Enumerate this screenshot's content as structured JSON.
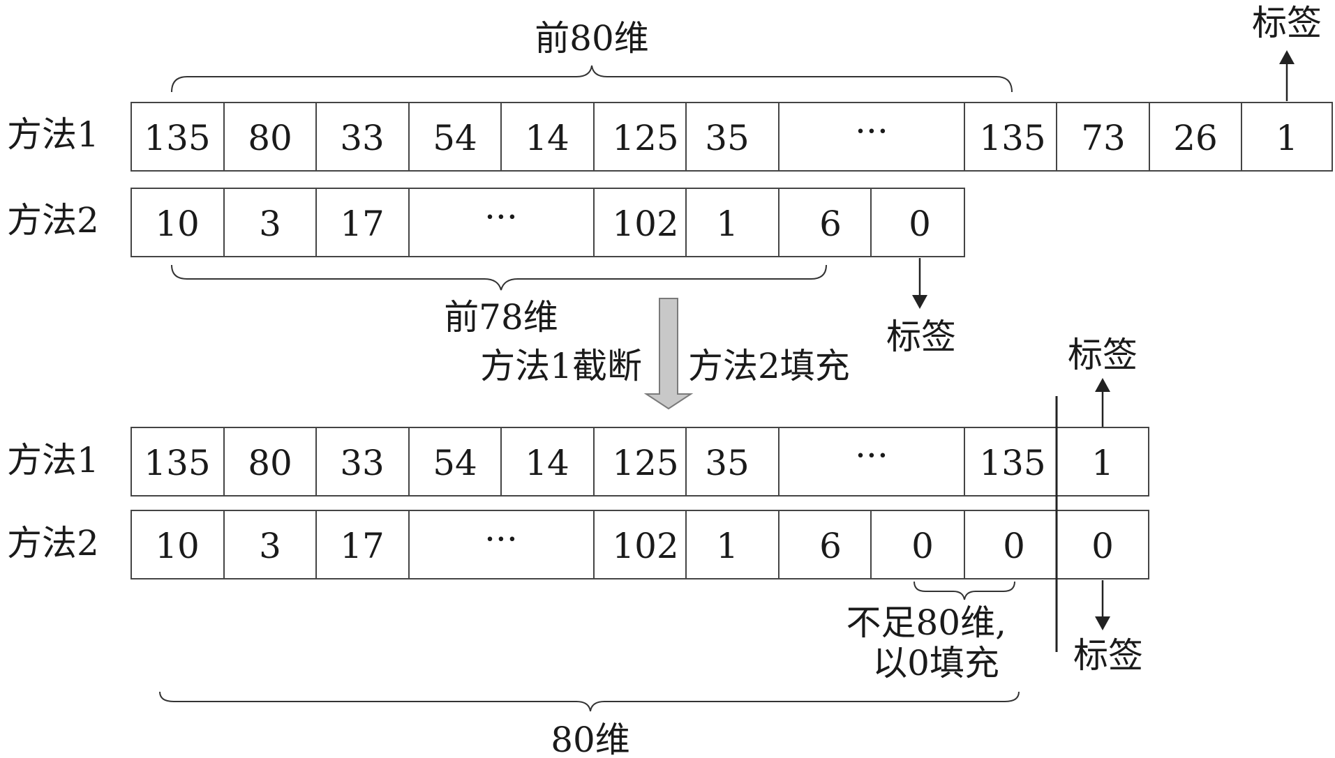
{
  "top": {
    "row1": {
      "label": "方法1",
      "cells": [
        "135",
        "80",
        "33",
        "54",
        "14",
        "125",
        "35",
        "···",
        "135",
        "73",
        "26",
        "1"
      ]
    },
    "row2": {
      "label": "方法2",
      "cells": [
        "10",
        "3",
        "17",
        "···",
        "102",
        "1",
        "6",
        "0"
      ]
    },
    "brace_top_label": "前80维",
    "brace_row2_label": "前78维",
    "label_tag_row1": "标签",
    "label_tag_row2": "标签"
  },
  "middle": {
    "left_text": "方法1截断",
    "right_text": "方法2填充"
  },
  "bottom": {
    "row1": {
      "label": "方法1",
      "cells": [
        "135",
        "80",
        "33",
        "54",
        "14",
        "125",
        "35",
        "···",
        "135",
        "1"
      ]
    },
    "row2": {
      "label": "方法2",
      "cells": [
        "10",
        "3",
        "17",
        "···",
        "102",
        "1",
        "6",
        "0",
        "0",
        "0"
      ]
    },
    "label_tag_up": "标签",
    "label_tag_down": "标签",
    "pad_note_line1": "不足80维,",
    "pad_note_line2": "以0填充",
    "brace_total_label": "80维"
  },
  "colors": {
    "stroke": "#444444",
    "text": "#1a1a1a",
    "arrow_fill": "#c8c8c8",
    "arrow_stroke": "#7a7a7a"
  }
}
